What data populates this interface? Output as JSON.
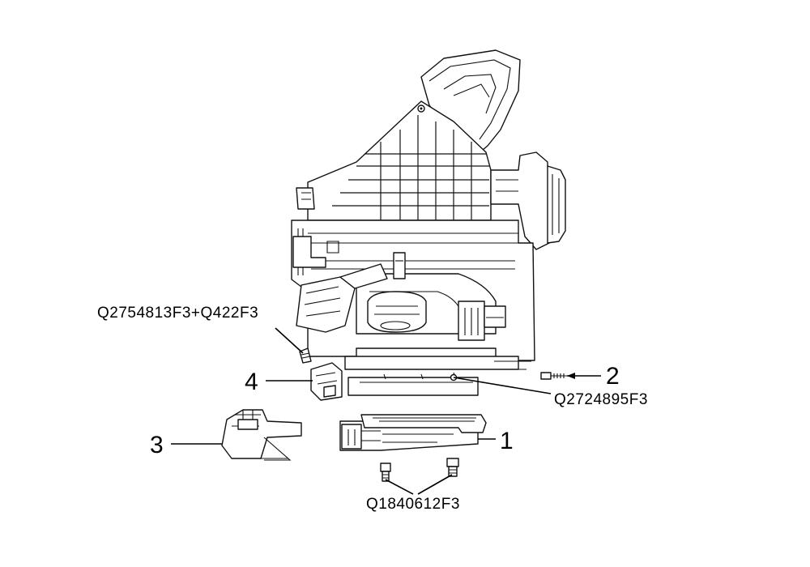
{
  "callouts": [
    "1",
    "2",
    "3",
    "4"
  ],
  "part_numbers": {
    "top_left": "Q2754813F3+Q422F3",
    "right": "Q2724895F3",
    "bottom": "Q1840612F3"
  }
}
